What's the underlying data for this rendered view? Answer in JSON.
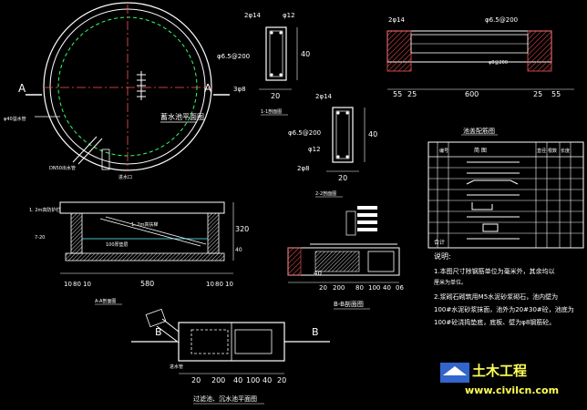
{
  "colors": {
    "background": "#000000",
    "line_white": "#ffffff",
    "line_yellow": "#ffff66",
    "line_green": "#33ff66",
    "line_cyan": "#66ffff",
    "line_red": "#ff5555",
    "watermark": "#ffff55"
  },
  "plan": {
    "section_mark_left": "A",
    "section_mark_right": "A",
    "title": "蓄水池平面图",
    "label_pipe_left": "φ40溢水管",
    "label_pipe_bottom": "DN50出水管",
    "label_steps": "进水口"
  },
  "rebar_top": {
    "top_left": "2φ14",
    "top_right": "φ12",
    "side": "φ6.5@200",
    "bottom_left": "3φ8",
    "dim_bottom": "20",
    "dim_right": "40",
    "caption": "1-1剖面图"
  },
  "rebar_mid": {
    "top_right": "2φ14",
    "side": "φ6.5@200",
    "right_bottom": "φ12",
    "bottom_left": "2φ8",
    "dim_bottom": "20",
    "dim_right": "40",
    "caption": "2-2剖面图"
  },
  "cover": {
    "top_left": "2φ14",
    "top_right": "φ6.5@200",
    "bottom_right": "φ8@200",
    "dims": [
      "55",
      "25",
      "600",
      "25",
      "55"
    ]
  },
  "table": {
    "title": "池盖配筋图",
    "headers": [
      "编号",
      "简  图",
      "直径",
      "根数",
      "长度"
    ],
    "rows": 8,
    "total": "合计"
  },
  "section": {
    "label_top": "1. 2m高防护栏",
    "label_mid": "1. 2m高扶梯",
    "label_water": "100厚垫层",
    "label_left": "7-20",
    "dim_height": "320",
    "dim_small": "40",
    "dims_bottom": [
      "10",
      "80",
      "10",
      "580",
      "10",
      "80",
      "10"
    ],
    "caption": "A-A剖面图"
  },
  "filter": {
    "caption": "B-B剖面图",
    "dims_bottom": [
      "40",
      "20",
      "200",
      "80",
      "100",
      "40",
      "06"
    ]
  },
  "intake": {
    "section_mark_left": "B",
    "section_mark_right": "B",
    "label_pipe": "进水管",
    "dims_bottom": [
      "20",
      "200",
      "40",
      "100",
      "40",
      "20"
    ],
    "caption": "过滤池、沉水池平面图"
  },
  "notes": {
    "title": "说明:",
    "lines": [
      "1.本图尺寸除钢筋单位为毫米外，其余均以",
      "    厘米为单位。",
      "2.浆砌石砌筑用M5水泥砂浆砌石，池内壁为",
      "    100#水泥砂浆抹面，池外为20#30#砼，池底为",
      "    100#砼浇捣垫底，底板、壁为φ8钢筋砼。"
    ]
  },
  "watermark": {
    "name": "土木工程",
    "url": "www.civilcn.com"
  }
}
